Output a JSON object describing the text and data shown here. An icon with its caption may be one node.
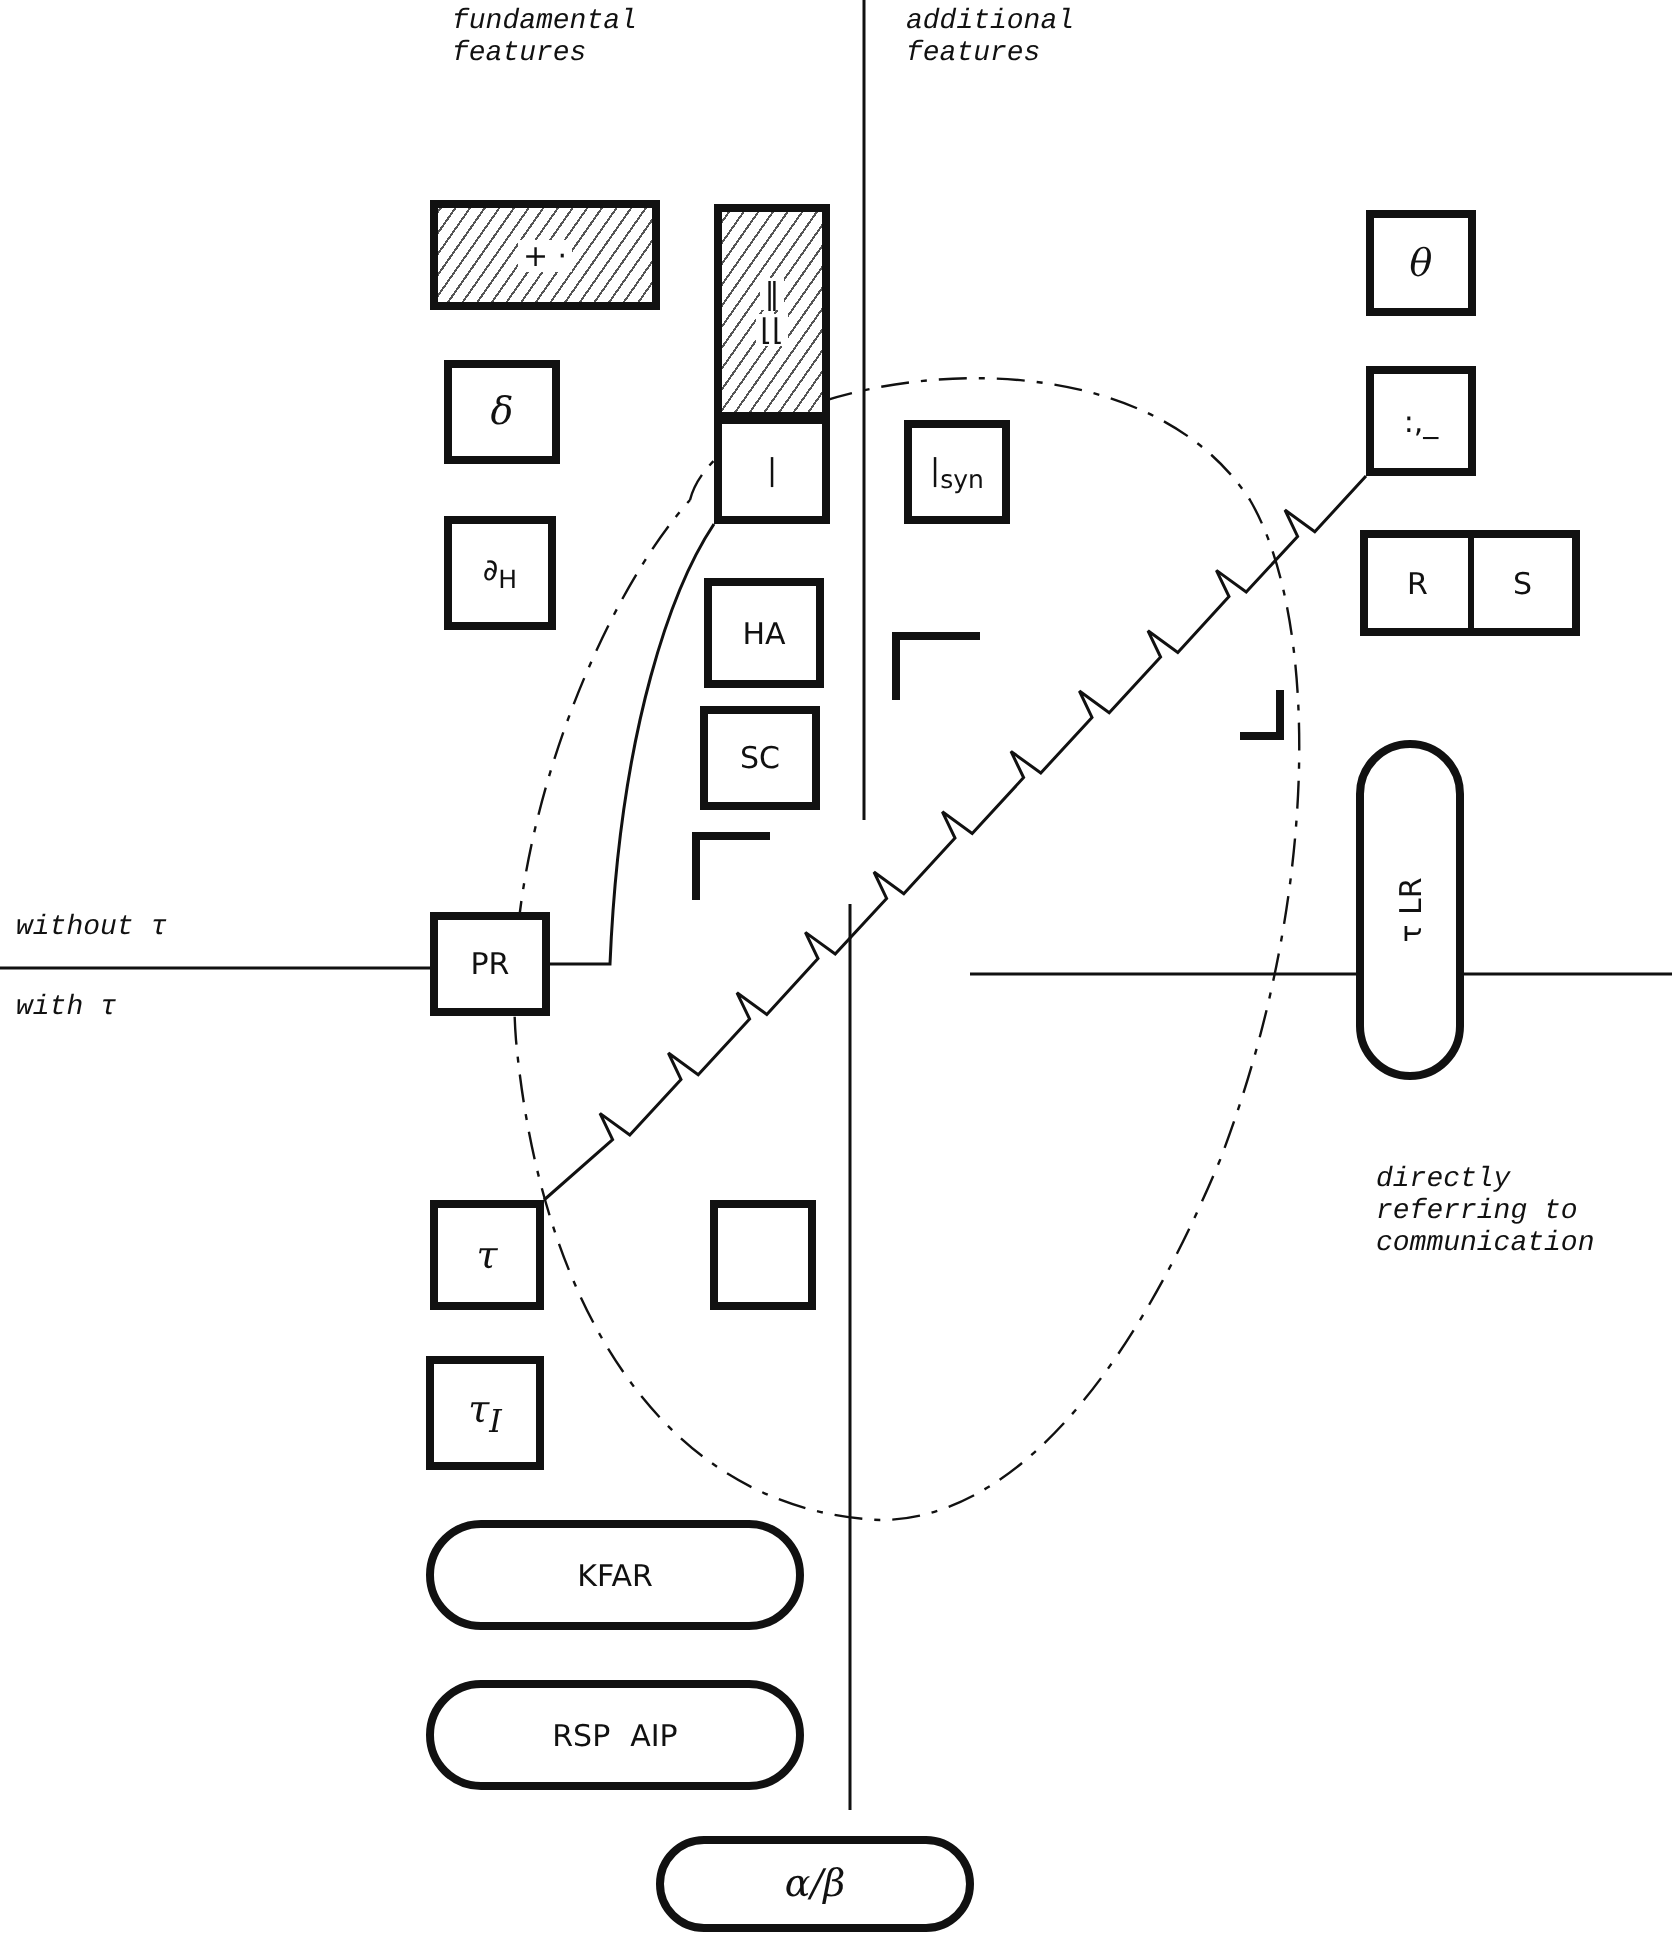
{
  "diagram": {
    "nodes": [
      {
        "text": [
          "+ ·"
        ]
      },
      {
        "text": [
          "‖",
          "⌊⌊"
        ]
      },
      {
        "text": [
          "θ"
        ]
      },
      {
        "text": [
          "δ"
        ]
      },
      {
        "text": [
          "|"
        ]
      },
      {
        "text": [
          "|$_{syn}$"
        ]
      },
      {
        "text": [
          ":,_"
        ]
      },
      {
        "text": [
          "∂$_{H}$"
        ]
      },
      {
        "text": [
          "R",
          "S"
        ]
      },
      {
        "text": [
          "HA"
        ]
      },
      {
        "text": [
          "SC"
        ]
      },
      {
        "text": [
          "τ LR"
        ]
      },
      {
        "text": [
          "PR"
        ]
      },
      {
        "text": [
          "τ"
        ]
      },
      {
        "text": [],
        "shape": "box"
      },
      {
        "text": [
          "τ$_{I}$"
        ]
      },
      {
        "text": [
          "KFAR"
        ]
      },
      {
        "text": [
          "RSP",
          "AIP"
        ]
      },
      {
        "text": [
          "α/β"
        ]
      }
    ],
    "edges": [
      {
        "from": 12,
        "to": 4,
        "arrow": "none"
      },
      {
        "from": 13,
        "to": 6,
        "arrow": "none"
      }
    ],
    "labels": [
      "fundamental features",
      "additional features",
      "without τ",
      "with τ",
      "directly referring to communication"
    ]
  }
}
